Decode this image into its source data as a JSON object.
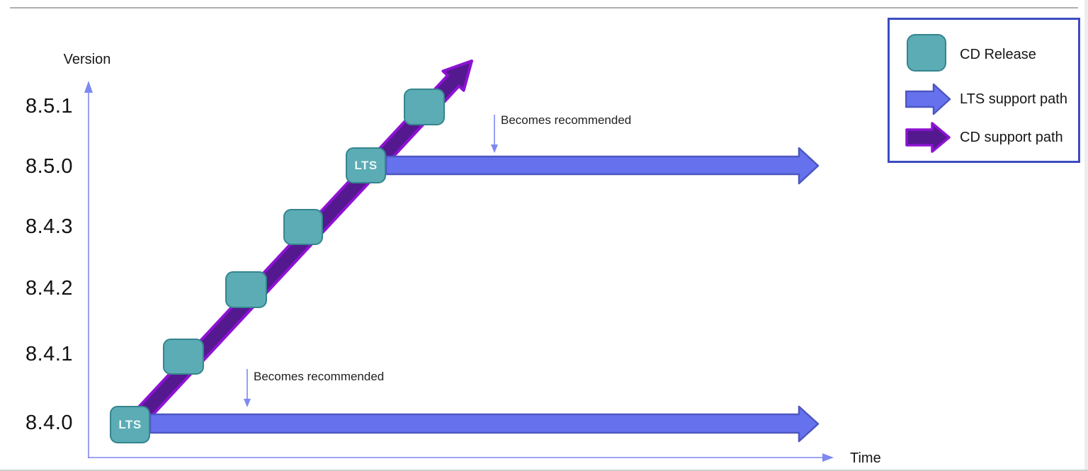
{
  "diagram": {
    "y_axis_title": "Version",
    "x_axis_title": "Time",
    "version_labels": [
      "8.5.1",
      "8.5.0",
      "8.4.3",
      "8.4.2",
      "8.4.1",
      "8.4.0"
    ],
    "lts_badge": "LTS",
    "annotation_text": "Becomes recommended",
    "cd_releases": [
      {
        "version": "8.4.0",
        "lts": true
      },
      {
        "version": "8.4.1",
        "lts": false
      },
      {
        "version": "8.4.2",
        "lts": false
      },
      {
        "version": "8.4.3",
        "lts": false
      },
      {
        "version": "8.5.0",
        "lts": true
      },
      {
        "version": "8.5.1",
        "lts": false
      }
    ],
    "lts_support_paths_from": [
      "8.4.0",
      "8.5.0"
    ],
    "cd_support_path_through": [
      "8.4.0",
      "8.4.1",
      "8.4.2",
      "8.4.3",
      "8.5.0",
      "8.5.1"
    ]
  },
  "legend": {
    "items": [
      {
        "label": "CD Release"
      },
      {
        "label": "LTS support path"
      },
      {
        "label": "CD support path"
      }
    ]
  },
  "colors": {
    "cd_release_fill": "#5bacb5",
    "cd_release_border": "#35858e",
    "lts_arrow_fill": "#6671ee",
    "lts_arrow_border": "#4d57c0",
    "cd_arrow_fill": "#54198f",
    "cd_arrow_border": "#8d12d3",
    "axis": "#7e89f2",
    "legend_border": "#3b4cc0",
    "text": "#161616"
  }
}
